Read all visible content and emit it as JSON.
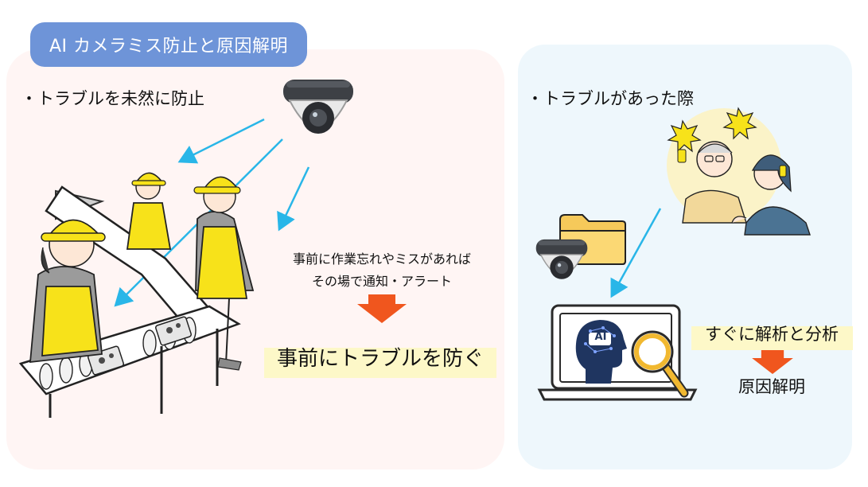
{
  "title": "AI カメラミス防止と原因解明",
  "left": {
    "bullet": "・トラブルを未然に防止",
    "desc_line1": "事前に作業忘れやミスがあれば",
    "desc_line2": "その場で通知・アラート",
    "result": "事前にトラブルを防ぐ"
  },
  "right": {
    "bullet": "・トラブルがあった際",
    "analyze": "すぐに解析と分析",
    "cause": "原因解明",
    "ai_badge": "AI"
  },
  "colors": {
    "title_bg": "#6e94d8",
    "left_panel": "#fff5f4",
    "right_panel": "#eef7fc",
    "arrow_blue": "#29b6e8",
    "arrow_orange": "#f0561e",
    "highlight": "#fdf8c8",
    "helmet_yellow": "#f7e21a"
  },
  "icons": [
    "dome-camera-icon",
    "folder-icon",
    "laptop-icon",
    "ai-brain-head-icon",
    "magnifier-icon"
  ]
}
